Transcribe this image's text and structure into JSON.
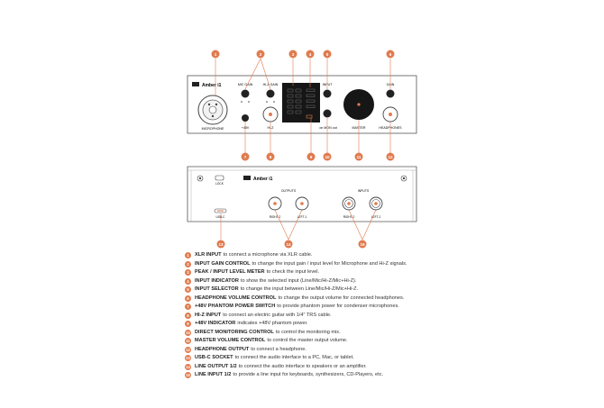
{
  "colors": {
    "accent": "#e07b4f",
    "panel_stroke": "#555555",
    "text": "#222222"
  },
  "front": {
    "brand": "Amber i1",
    "labels": {
      "mic_gain": "MIC GAIN",
      "hiz_gain": "HI-Z GAIN",
      "input": "INPUT",
      "gain": "GAIN",
      "microphone": "MICROPHONE",
      "plus48v": "+48V",
      "hiz": "HI-Z",
      "on_mon_out": "on   MON out",
      "master": "MASTER",
      "headphones": "HEADPHONES"
    }
  },
  "back": {
    "brand": "Amber i1",
    "labels": {
      "lock": "LOCK",
      "usb_c": "USB-C",
      "outputs": "OUTPUTS",
      "inputs": "INPUTS",
      "out_right": "RIGHT-2",
      "out_left": "LEFT-1",
      "in_right": "RIGHT-2",
      "in_left": "LEFT-1"
    }
  },
  "callouts": {
    "c1": "1",
    "c2": "2",
    "c3": "3",
    "c4": "4",
    "c5": "5",
    "c6": "6",
    "c7": "7",
    "c8": "8",
    "c9": "9",
    "c10": "10",
    "c11": "11",
    "c12": "12",
    "c13": "13",
    "c14": "14",
    "c15": "15"
  },
  "legend": [
    {
      "num": "1",
      "term": "XLR INPUT",
      "desc": "to connect a microphone via XLR cable."
    },
    {
      "num": "2",
      "term": "INPUT GAIN CONTROL",
      "desc": "to change the input gain / input level for Microphone and Hi-Z signals."
    },
    {
      "num": "3",
      "term": "PEAK / INPUT LEVEL METER",
      "desc": "to check the input level."
    },
    {
      "num": "4",
      "term": "INPUT INDICATOR",
      "desc": "to show the selected input (Line/Mic/Hi-Z/Mic+Hi-Z)."
    },
    {
      "num": "5",
      "term": "INPUT SELECTOR",
      "desc": "to change the input between Line/Mic/Hi-Z/Mic+Hi-Z."
    },
    {
      "num": "6",
      "term": "HEADPHONE VOLUME CONTROL",
      "desc": "to change the output volume for connected headphones."
    },
    {
      "num": "7",
      "term": "+48V PHANTOM POWER SWITCH",
      "desc": "to provide phantom power for condenser microphones."
    },
    {
      "num": "8",
      "term": "HI-Z INPUT",
      "desc": "to connect an electric guitar with 1/4\" TRS cable."
    },
    {
      "num": "9",
      "term": "+48V INDICATOR",
      "desc": "indicates +48V phantom power."
    },
    {
      "num": "10",
      "term": "DIRECT MONITORING CONTROL",
      "desc": "to control the monitoring mix."
    },
    {
      "num": "11",
      "term": "MASTER VOLUME CONTROL",
      "desc": "to control the master output volume."
    },
    {
      "num": "12",
      "term": "HEADPHONE OUTPUT",
      "desc": "to connect a headphone."
    },
    {
      "num": "13",
      "term": "USB-C SOCKET",
      "desc": "to connect the audio interface to a PC, Mac, or tablet."
    },
    {
      "num": "14",
      "term": "LINE OUTPUT 1/2",
      "desc": "to connect the audio interface to speakers or an amplifier."
    },
    {
      "num": "15",
      "term": "LINE INPUT 1/2",
      "desc": "to provide a line input for keyboards, synthesizers, CD-Players, etc."
    }
  ]
}
